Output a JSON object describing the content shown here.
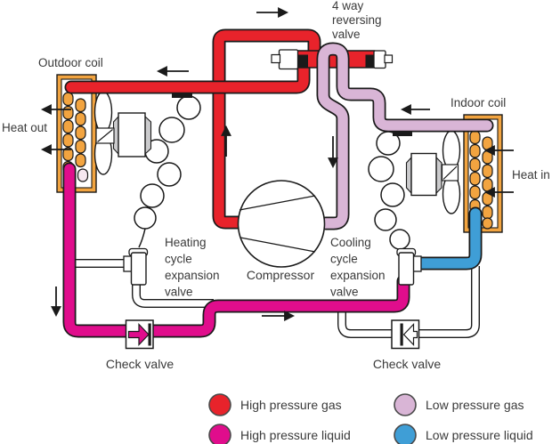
{
  "diagram": {
    "title_labels": {
      "four_way_valve": [
        "4 way",
        "reversing",
        "valve"
      ],
      "outdoor_coil": "Outdoor coil",
      "heat_out": "Heat out",
      "indoor_coil": "Indoor coil",
      "heat_in": "Heat in",
      "heating_expansion_valve": [
        "Heating",
        "cycle",
        "expansion",
        "valve"
      ],
      "cooling_expansion_valve": [
        "Cooling",
        "cycle",
        "expansion",
        "valve"
      ],
      "compressor": "Compressor",
      "check_valve_left": "Check valve",
      "check_valve_right": "Check valve"
    },
    "colors": {
      "high_pressure_gas": "#e8232b",
      "high_pressure_liquid": "#e00d8c",
      "low_pressure_gas": "#d9b5d6",
      "low_pressure_liquid": "#3f9ed6",
      "coil_orange": "#f2a440",
      "pale_tube": "#f6e7f0",
      "motor_gray": "#cbcbcd",
      "ink": "#1a1a1a"
    }
  },
  "legend": {
    "items": [
      {
        "label": "High pressure gas",
        "color": "#e8232b"
      },
      {
        "label": "High pressure liquid",
        "color": "#e00d8c"
      },
      {
        "label": "Low pressure gas",
        "color": "#d9b5d6"
      },
      {
        "label": "Low pressure liquid",
        "color": "#3f9ed6"
      }
    ]
  }
}
